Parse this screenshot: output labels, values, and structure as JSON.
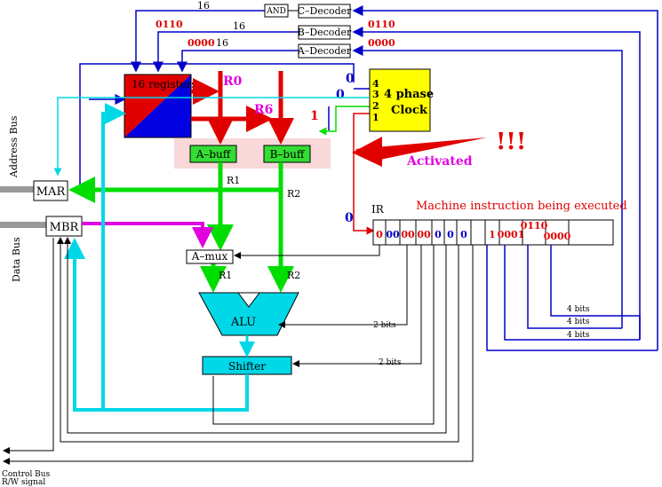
{
  "labels": {
    "and_gate": "AND",
    "c_decoder": "C–Decoder",
    "b_decoder": "B–Decoder",
    "a_decoder": "A–Decoder",
    "registers": "16 registers",
    "r0": "R0",
    "r6": "R6",
    "a_buff": "A–buff",
    "b_buff": "B–buff",
    "clock_line1": "4 phase",
    "clock_line2": "Clock",
    "phase_4": "4",
    "phase_3": "3",
    "phase_2": "2",
    "phase_1": "1",
    "activated": "Activated",
    "exclaim": "!!!",
    "mar": "MAR",
    "mbr": "MBR",
    "address_bus": "Address Bus",
    "data_bus": "Data Bus",
    "ir": "IR",
    "machine_instr": "Machine instruction being executed",
    "a_mux": "A–mux",
    "alu": "ALU",
    "shifter": "Shifter",
    "r1_a": "R1",
    "r2_a": "R2",
    "r1_b": "R1",
    "r2_b": "R2",
    "two_bits_1": "2 bits",
    "two_bits_2": "2 bits",
    "four_bits_1": "4 bits",
    "four_bits_2": "4 bits",
    "four_bits_3": "4 bits",
    "control_bus": "Control Bus",
    "rw_signal": "R/W signal",
    "sixteen_1": "16",
    "sixteen_2": "16",
    "sixteen_3": "16",
    "val_0110_top": "0110",
    "val_0110_right": "0110",
    "val_0000_left": "0000",
    "val_0000_right": "0000",
    "clk4_val": "0",
    "clk3_val": "0",
    "clk2_val": "1",
    "ir_val": "0"
  },
  "ir_fields": [
    "0",
    "00",
    "00",
    "00",
    "0",
    "0",
    "0",
    "1",
    "0001",
    "0110",
    "0000"
  ],
  "colors": {
    "blue": "#0000c8",
    "red": "#e00000",
    "green": "#00dd00",
    "cyan": "#00d8e8",
    "magenta": "#e000e0",
    "yellow": "#ffff00",
    "reg_blue": "#0000e0",
    "buff_green": "#33dd33",
    "pink": "#f8d8d8"
  }
}
